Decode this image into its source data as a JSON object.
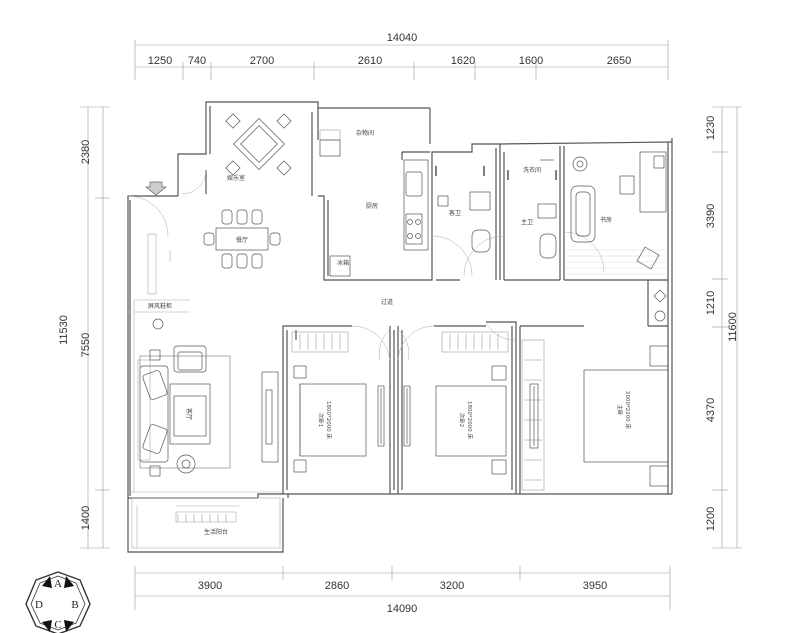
{
  "dimensions": {
    "top_total": "14040",
    "top_segments": [
      "1250",
      "740",
      "2700",
      "2610",
      "1620",
      "1600",
      "2650"
    ],
    "bottom_total": "14090",
    "bottom_segments": [
      "3900",
      "2860",
      "3200",
      "3950"
    ],
    "left_total": "11530",
    "left_segments": [
      "2380",
      "7550",
      "1400"
    ],
    "right_total": "11600",
    "right_segments": [
      "1230",
      "3390",
      "1210",
      "4370",
      "1200"
    ]
  },
  "rooms": {
    "storage": "杂物间",
    "entertainment": "娱乐室",
    "dining": "餐厅",
    "kitchen": "厨房",
    "fridge": "冰箱",
    "guest_bath": "客卫",
    "laundry": "洗衣间",
    "master_bath": "主卫",
    "study": "书房",
    "corridor": "过道",
    "shoe_cabinet": "屏风鞋柜",
    "living_room": "客厅",
    "balcony": "生活阳台"
  },
  "beds": {
    "bed1_size": "1800*2000 床",
    "bed1_room": "次卧1",
    "bed2_size": "1800*2000 床",
    "bed2_room": "次卧2",
    "master_size": "2000*2200 床",
    "master_room": "主卧"
  },
  "compass": {
    "north": "A",
    "east": "B",
    "south": "C",
    "west": "D"
  }
}
